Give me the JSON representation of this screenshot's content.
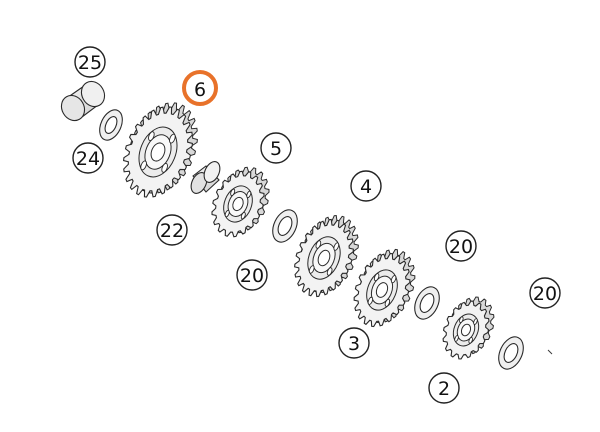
{
  "diagram": {
    "highlight_color": "#e8722a",
    "callouts": [
      {
        "id": "c25",
        "label": "25",
        "highlighted": false
      },
      {
        "id": "c6",
        "label": "6",
        "highlighted": true
      },
      {
        "id": "c24",
        "label": "24",
        "highlighted": false
      },
      {
        "id": "c5",
        "label": "5",
        "highlighted": false
      },
      {
        "id": "c22",
        "label": "22",
        "highlighted": false
      },
      {
        "id": "c4",
        "label": "4",
        "highlighted": false
      },
      {
        "id": "c20a",
        "label": "20",
        "highlighted": false
      },
      {
        "id": "c20b",
        "label": "20",
        "highlighted": false
      },
      {
        "id": "c3",
        "label": "3",
        "highlighted": false
      },
      {
        "id": "c20c",
        "label": "20",
        "highlighted": false
      },
      {
        "id": "c2",
        "label": "2",
        "highlighted": false
      }
    ]
  }
}
